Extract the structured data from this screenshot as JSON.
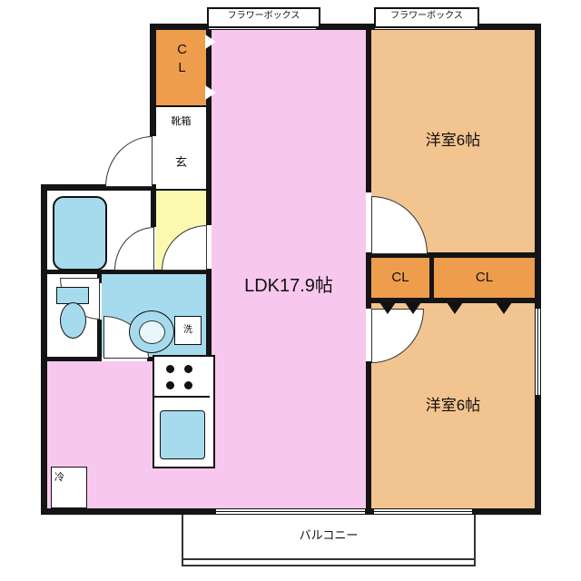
{
  "floor_plan": {
    "flower_box_left": "フラワーボックス",
    "flower_box_right": "フラワーボックス",
    "closet_top_left": "CL",
    "shoe_box": "靴箱",
    "entrance": "玄",
    "ldk": "LDK17.9帖",
    "bedroom_top": "洋室6帖",
    "closet_mid_left": "CL",
    "closet_mid_right": "CL",
    "bedroom_bottom": "洋室6帖",
    "washer": "洗",
    "refrigerator": "冷",
    "balcony": "バルコニー"
  },
  "colors": {
    "ldk_pink": "#f8c7ee",
    "bedroom_tan": "#f2c48f",
    "closet_orange": "#ee9d4d",
    "water_blue": "#a6dbee",
    "hall_yellow": "#fbf9b0",
    "wall": "#141414"
  }
}
